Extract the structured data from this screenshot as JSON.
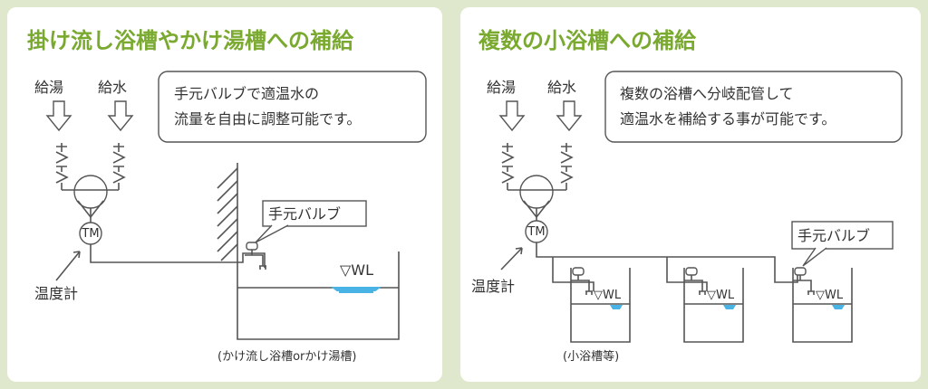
{
  "left_panel": {
    "title": "掛け流し浴槽やかけ湯槽への補給",
    "hot_supply": "給湯",
    "cold_supply": "給水",
    "note_line1": "手元バルブで適温水の",
    "note_line2": "流量を自由に調整可能です。",
    "valve_callout": "手元バルブ",
    "water_level": "▽WL",
    "thermometer_label": "温度計",
    "thermometer_symbol": "TM",
    "caption": "(かけ流し浴槽orかけ湯槽)"
  },
  "right_panel": {
    "title": "複数の小浴槽への補給",
    "hot_supply": "給湯",
    "cold_supply": "給水",
    "note_line1": "複数の浴槽へ分岐配管して",
    "note_line2": "適温水を補給する事が可能です。",
    "valve_callout": "手元バルブ",
    "water_level": "▽WL",
    "thermometer_label": "温度計",
    "thermometer_symbol": "TM",
    "caption": "(小浴槽等)"
  },
  "colors": {
    "title": "#7aa92f",
    "water": "#4ab3e6",
    "background": "#dfe8cc"
  }
}
